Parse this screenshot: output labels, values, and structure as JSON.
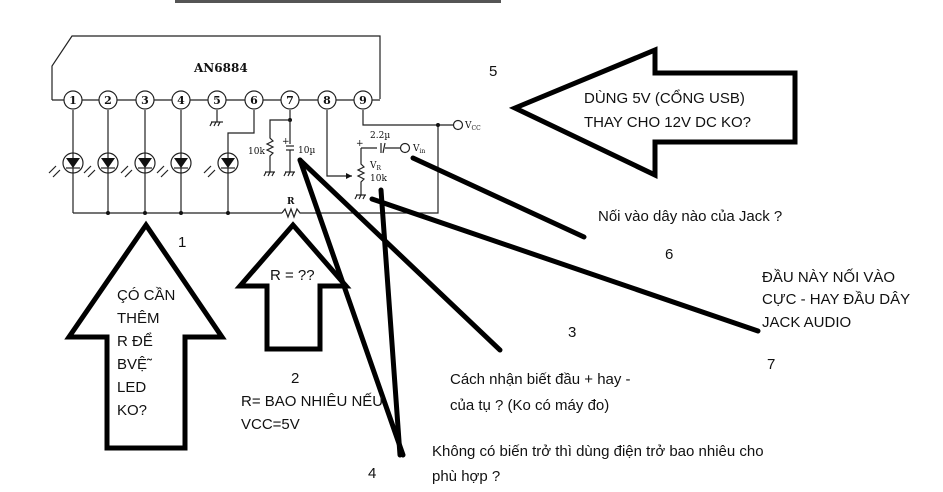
{
  "schematic": {
    "chip_label": "AN6884",
    "pins": [
      "1",
      "2",
      "3",
      "4",
      "5",
      "6",
      "7",
      "8",
      "9"
    ],
    "components": {
      "resistor_pin7": "10k",
      "cap_pin7": "10µ",
      "cap_pin7_polarity": "+",
      "cap_input": "2.2µ",
      "cap_input_polarity": "+",
      "vin_label": "V",
      "vin_sub": "in",
      "vcc_label": "V",
      "vcc_sub": "CC",
      "vr_label": "V",
      "vr_sub": "R",
      "vr_value": "10k",
      "r_label": "R"
    }
  },
  "annotations": {
    "n1": "1",
    "q1_lines": [
      "ÇÓ CẦN",
      "THÊM",
      "R ĐỂ",
      "BVỆ̃",
      "LED",
      "KO?"
    ],
    "q2_arrow": "R = ??",
    "n2": "2",
    "q2_lines": [
      "R= BAO NHIÊU NẾU",
      "VCC=5V"
    ],
    "n3": "3",
    "q3_lines": [
      "Cách nhận biết đầu + hay -",
      "của tụ ? (Ko có máy đo)"
    ],
    "n4": "4",
    "q4_lines": [
      "Không có biến trở thì dùng điện trở bao nhiêu cho",
      "phù hợp ?"
    ],
    "n5": "5",
    "q5_lines": [
      "DÙNG 5V (CỔNG USB)",
      "THAY CHO 12V DC KO?"
    ],
    "n6": "6",
    "q6": "Nối vào dây nào của Jack ?",
    "n7": "7",
    "q7_lines": [
      "ĐẦU NÀY NỐI VÀO",
      "CỰC - HAY ĐẦU DÂY",
      "JACK AUDIO"
    ]
  }
}
